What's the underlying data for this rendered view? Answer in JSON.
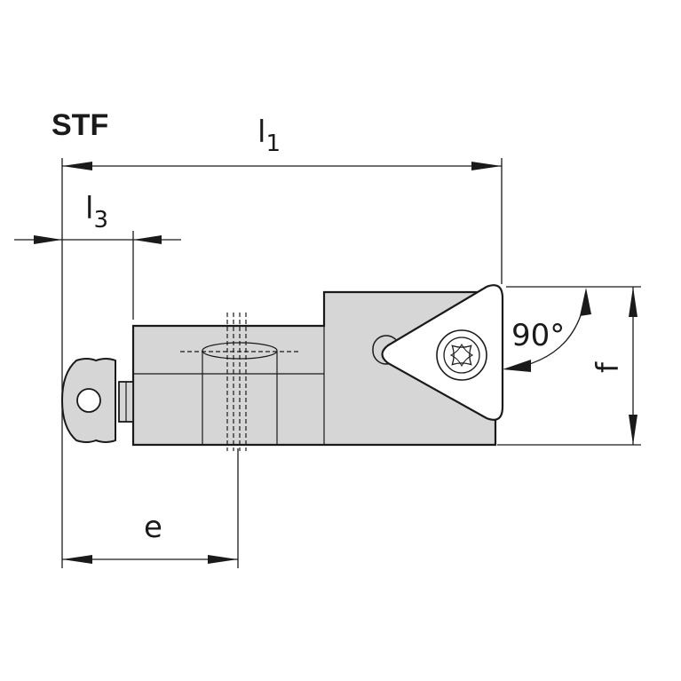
{
  "title": "STF",
  "dimensions": {
    "l1": {
      "main": "l",
      "sub": "1"
    },
    "l3": {
      "main": "l",
      "sub": "3"
    },
    "e": "e",
    "f": "f",
    "angle": "90°"
  },
  "colors": {
    "body_fill": "#d6d6d6",
    "line": "#1a1a1a",
    "background": "#ffffff"
  }
}
